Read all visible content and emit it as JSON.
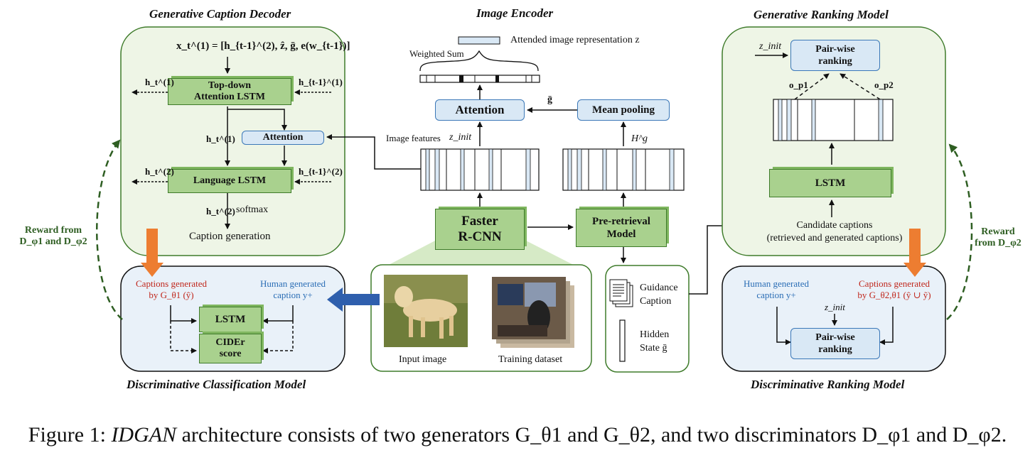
{
  "titles": {
    "gen_caption_decoder": "Generative Caption Decoder",
    "image_encoder": "Image Encoder",
    "gen_ranking_model": "Generative Ranking Model",
    "disc_classification_model": "Discriminative Classification Model",
    "disc_ranking_model": "Discriminative Ranking Model"
  },
  "decoder": {
    "input_formula": "x_t^(1) = [h_{t-1}^(2), ẑ, ḡ, e(w_{t-1})]",
    "topdown_lstm": [
      "Top-down",
      "Attention LSTM"
    ],
    "attention": "Attention",
    "language_lstm": "Language LSTM",
    "h1_out": "h_t^(1)",
    "h1_prev": "h_{t-1}^(1)",
    "h1_down": "h_t^(1)",
    "h2_out": "h_t^(2)",
    "h2_prev": "h_{t-1}^(2)",
    "h2_down": "h_t^(2)",
    "softmax": "softmax",
    "caption_generation": "Caption generation"
  },
  "encoder": {
    "attended_rep": "Attended image representation z",
    "weighted_sum": "Weighted Sum",
    "attention": "Attention",
    "mean_pooling": "Mean pooling",
    "g_bar": "ḡ",
    "image_features": "Image features",
    "z_init": "z_init",
    "hg": "H^g",
    "faster_rcnn": [
      "Faster",
      "R-CNN"
    ],
    "pre_retrieval": [
      "Pre-retrieval",
      "Model"
    ],
    "input_image": "Input image",
    "training_dataset": "Training dataset",
    "guidance_caption": [
      "Guidance",
      "Caption"
    ],
    "hidden_state": [
      "Hidden",
      "State ḡ"
    ]
  },
  "ranking": {
    "z_init": "z_init",
    "pairwise": [
      "Pair-wise",
      "ranking"
    ],
    "op1": "o_p1",
    "op2": "o_p2",
    "lstm": "LSTM",
    "candidate": [
      "Candidate captions",
      "(retrieved and generated captions)"
    ]
  },
  "disc_class": {
    "captions_generated": [
      "Captions generated",
      "by G_θ1 (ŷ)"
    ],
    "human_generated": [
      "Human generated",
      "caption y+"
    ],
    "lstm": "LSTM",
    "cider": [
      "CIDEr",
      "score"
    ]
  },
  "disc_rank": {
    "human_generated": [
      "Human generated",
      "caption y+"
    ],
    "captions_generated": [
      "Captions  generated",
      "by G_θ2,θ1 (ŷ ∪ ỹ)"
    ],
    "z_init": "z_init",
    "pairwise": [
      "Pair-wise",
      "ranking"
    ]
  },
  "rewards": {
    "left": [
      "Reward from",
      "D_φ1 and D_φ2"
    ],
    "right": [
      "Reward",
      "from D_φ2"
    ]
  },
  "figure_caption": {
    "prefix": "Figure 1: ",
    "name": "IDGAN",
    "text": " architecture consists of two generators G_θ1 and G_θ2, and two discriminators D_φ1 and D_φ2."
  },
  "colors": {
    "panel_green": "#eef5e6",
    "panel_blue": "#e9f1f9",
    "box_green": "#a9d18e",
    "box_blue": "#d9e8f5",
    "reward_green": "#2e5e22",
    "orange_arrow": "#ed7d31",
    "blue_arrow": "#2f5fad",
    "red_text": "#c0271c",
    "blue_text": "#2a6db5"
  }
}
